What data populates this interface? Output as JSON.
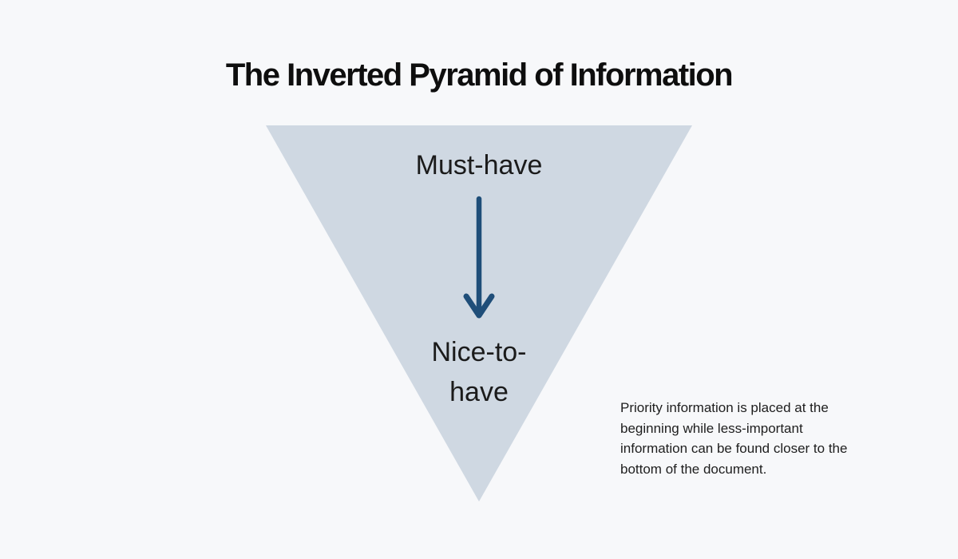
{
  "page": {
    "background": "#f7f8fa"
  },
  "title": "The Inverted Pyramid of Information",
  "pyramid": {
    "fill": "#cfd8e2",
    "top_label": "Must-have",
    "bottom_label": "Nice-to-have",
    "arrow_icon": "down-arrow",
    "arrow_color": "#1f4e79"
  },
  "annotation": "Priority information is placed at the\nbeginning while less-important\ninformation can be found closer to the\nbottom of the document."
}
